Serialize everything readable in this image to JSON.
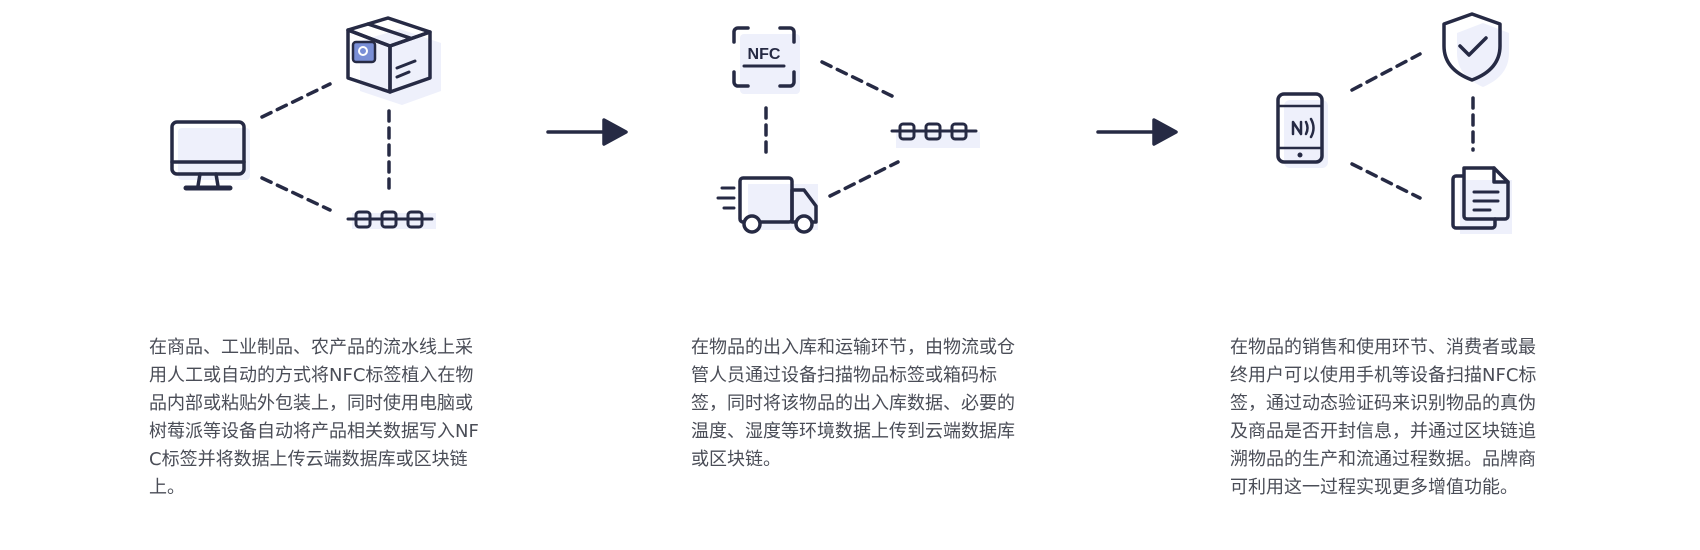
{
  "stages": [
    {
      "icons": [
        "monitor-icon",
        "package-box-icon",
        "chain-link-icon"
      ],
      "description": "在商品、工业制品、农产品的流水线上采用人工或自动的方式将NFC标签植入在物品内部或粘贴外包装上，同时使用电脑或树莓派等设备自动将产品相关数据写入NFC标签并将数据上传云端数据库或区块链上。"
    },
    {
      "icons": [
        "nfc-tag-icon",
        "chain-link-icon",
        "delivery-truck-icon"
      ],
      "nfc_label": "NFC",
      "description": "在物品的出入库和运输环节，由物流或仓管人员通过设备扫描物品标签或箱码标签，同时将该物品的出入库数据、必要的温度、湿度等环境数据上传到云端数据库或区块链。"
    },
    {
      "icons": [
        "smartphone-nfc-icon",
        "shield-check-icon",
        "document-icon"
      ],
      "description": "在物品的销售和使用环节、消费者或最终用户可以使用手机等设备扫描NFC标签，通过动态验证码来识别物品的真伪及商品是否开封信息，并通过区块链追溯物品的生产和流通过程数据。品牌商可利用这一过程实现更多增值功能。"
    }
  ],
  "colors": {
    "stroke": "#262a44",
    "fill": "#eef0fb",
    "text": "#4a4d57"
  }
}
